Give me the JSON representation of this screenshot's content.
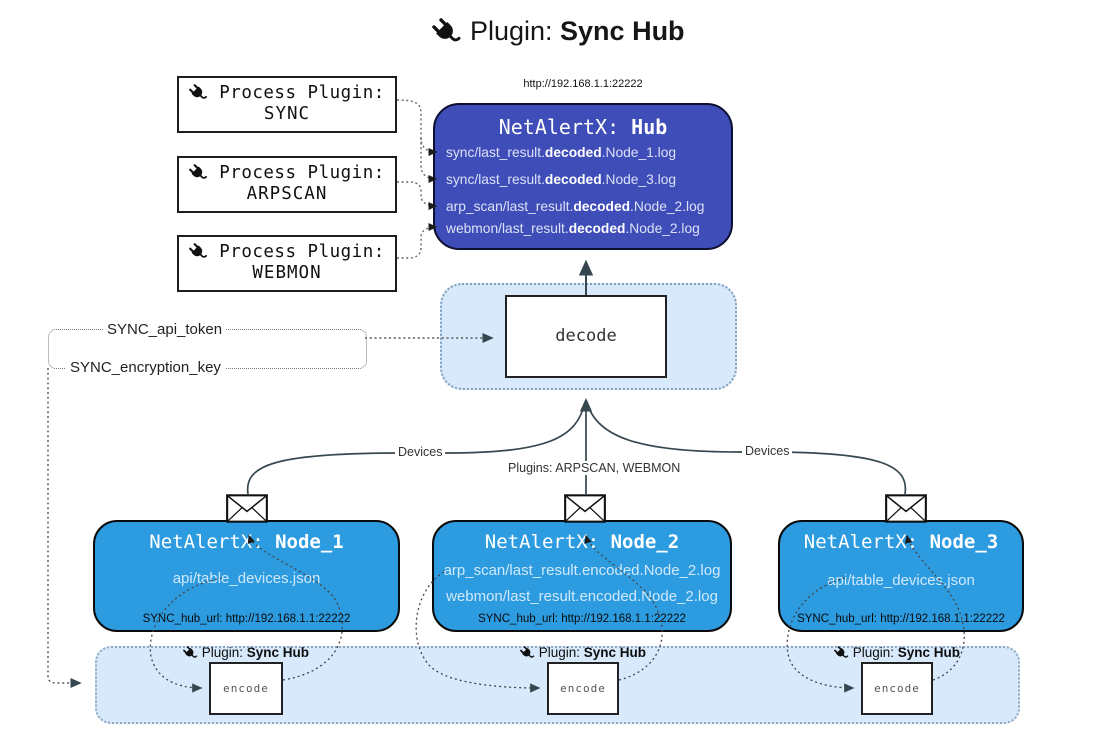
{
  "title": {
    "prefix": "Plugin:",
    "name": "Sync Hub"
  },
  "process_plugins": [
    {
      "label": "Process Plugin:",
      "name": "SYNC"
    },
    {
      "label": "Process Plugin:",
      "name": "ARPSCAN"
    },
    {
      "label": "Process Plugin:",
      "name": "WEBMON"
    }
  ],
  "hub": {
    "url": "http://192.168.1.1:22222",
    "name_prefix": "NetAlertX: ",
    "name": "Hub",
    "logs": [
      {
        "pre": "sync/last_result.",
        "mid": "decoded",
        "post": ".Node_1.log"
      },
      {
        "pre": "sync/last_result.",
        "mid": "decoded",
        "post": ".Node_3.log"
      },
      {
        "pre": "arp_scan/last_result.",
        "mid": "decoded",
        "post": ".Node_2.log"
      },
      {
        "pre": "webmon/last_result.",
        "mid": "decoded",
        "post": ".Node_2.log"
      }
    ]
  },
  "decode": {
    "label": "decode"
  },
  "config": {
    "api_token": "SYNC_api_token",
    "encryption_key": "SYNC_encryption_key"
  },
  "edges": {
    "devices_left": "Devices",
    "plugins_middle": "Plugins: ARPSCAN, WEBMON",
    "devices_right": "Devices"
  },
  "nodes": [
    {
      "name_prefix": "NetAlertX: ",
      "name": "Node_1",
      "files": [
        "api/table_devices.json"
      ],
      "hub_url": "SYNC_hub_url: http://192.168.1.1:22222"
    },
    {
      "name_prefix": "NetAlertX: ",
      "name": "Node_2",
      "files": [
        "arp_scan/last_result.encoded.Node_2.log",
        "webmon/last_result.encoded.Node_2.log"
      ],
      "hub_url": "SYNC_hub_url: http://192.168.1.1:22222"
    },
    {
      "name_prefix": "NetAlertX: ",
      "name": "Node_3",
      "files": [
        "api/table_devices.json"
      ],
      "hub_url": "SYNC_hub_url: http://192.168.1.1:22222"
    }
  ],
  "encoder": {
    "plugin_prefix": "Plugin: ",
    "plugin_name": "Sync Hub",
    "label": "encode"
  },
  "colors": {
    "hub_fill": "#3E4DB8",
    "node_fill": "#2D9BE0",
    "panel_fill": "#D7E9FB",
    "line": "#37474F"
  }
}
